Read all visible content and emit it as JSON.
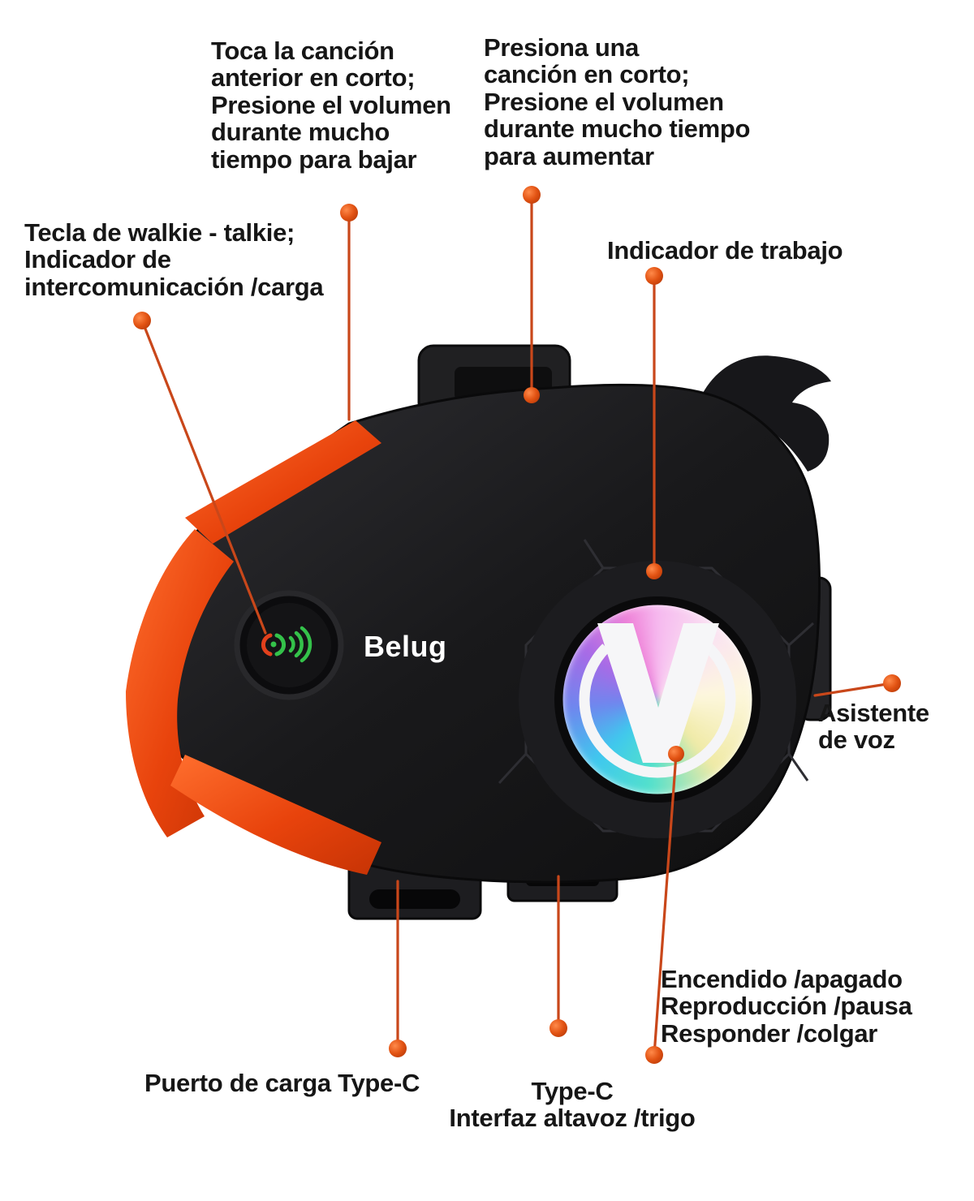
{
  "device": {
    "brand": "Belug",
    "accent_color": "#e8500f",
    "leader_color": "#c9471a",
    "body_color": "#1a1a1c",
    "logo": "V-monogram-rgb-ring",
    "button_icon": "walkie-talkie-signal-icon"
  },
  "callouts": {
    "previous_track": {
      "text": "Toca la canción\nanterior en corto;\nPresione el volumen\ndurante mucho\ntiempo para bajar"
    },
    "next_track": {
      "text": "Presiona una\ncanción en corto;\nPresione el volumen\ndurante mucho tiempo\npara aumentar"
    },
    "walkie_talkie": {
      "text": "Tecla de walkie - talkie;\nIndicador de\nintercomunicación /carga"
    },
    "work_indicator": {
      "text": "Indicador de trabajo"
    },
    "voice_assistant": {
      "text": "Asistente\nde voz"
    },
    "power_multifunction": {
      "text": "Encendido /apagado\nReproducción /pausa\nResponder /colgar"
    },
    "charging_port": {
      "text": "Puerto de carga Type-C"
    },
    "speaker_interface": {
      "text": "Type-C\nInterfaz altavoz /trigo"
    }
  }
}
